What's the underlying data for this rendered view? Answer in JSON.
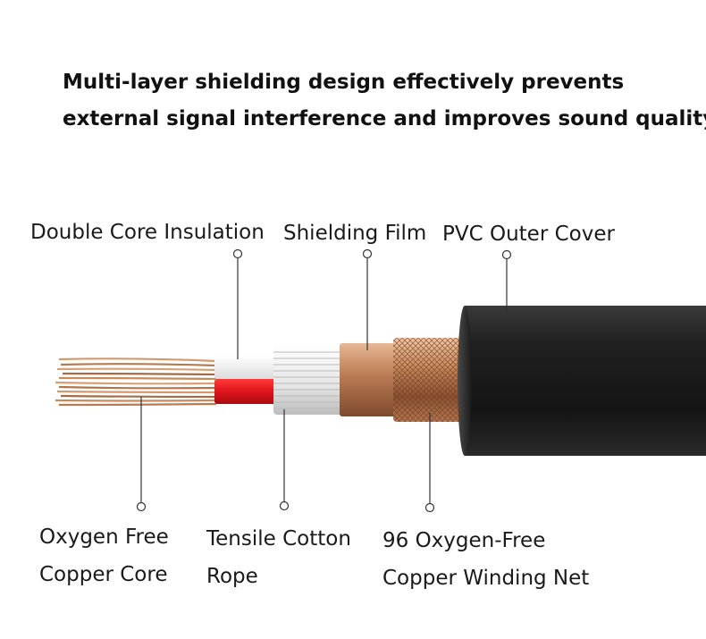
{
  "headline": {
    "line1": "Multi-layer shielding design effectively prevents",
    "line2": "external signal interference and improves sound quality."
  },
  "labels": {
    "double_core_insulation": "Double Core Insulation",
    "shielding_film": "Shielding Film",
    "pvc_outer_cover": "PVC Outer Cover",
    "oxygen_free_copper_core": [
      "Oxygen Free",
      "Copper Core"
    ],
    "tensile_cotton_rope": [
      "Tensile Cotton",
      "Rope"
    ],
    "copper_winding_net": [
      "96 Oxygen-Free",
      "Copper Winding Net"
    ]
  },
  "colors": {
    "copper": "#c98a5c",
    "insulation_red": "#e0141c",
    "outer_cover": "#1c1c1c",
    "leader_line": "#333333"
  }
}
